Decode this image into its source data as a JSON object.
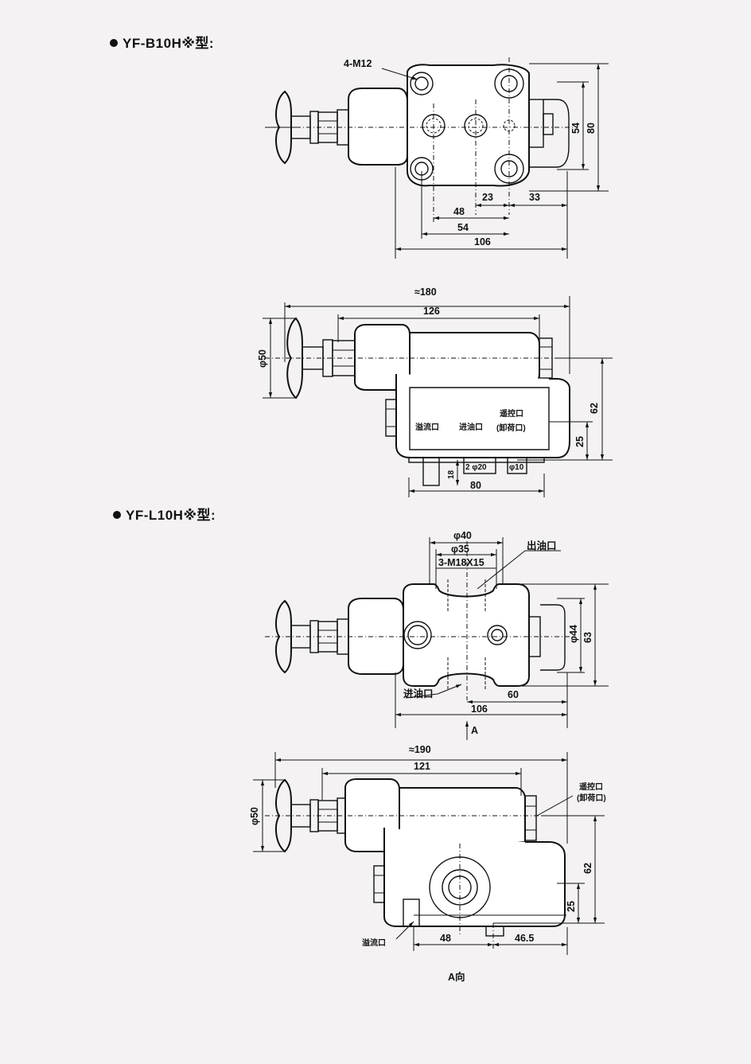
{
  "headings": {
    "b10h": "YF-B10H※型:",
    "l10h": "YF-L10H※型:"
  },
  "view_b_top": {
    "thread": "4-M12",
    "dims": {
      "d54": "54",
      "d80": "80",
      "d23": "23",
      "d33": "33",
      "d48": "48",
      "d54h": "54",
      "d106": "106"
    }
  },
  "view_b_side": {
    "dims": {
      "d180": "≈180",
      "d126": "126",
      "d50": "φ50",
      "d62": "62",
      "d25": "25",
      "d18": "18",
      "d80": "80"
    },
    "ports": {
      "overflow": "溢流口",
      "inlet": "进油口",
      "remote": "遥控口",
      "unload": "(卸荷口)",
      "inlet_size": "2 φ20",
      "remote_size": "φ10"
    }
  },
  "view_l_top": {
    "dims": {
      "d40": "φ40",
      "d35": "φ35",
      "thread": "3-M18X15",
      "d44": "φ44",
      "d63": "63",
      "d60": "60",
      "d106": "106"
    },
    "ports": {
      "outlet": "出油口",
      "inlet": "进油口"
    },
    "arrow_label": "A"
  },
  "view_l_side": {
    "dims": {
      "d190": "≈190",
      "d121": "121",
      "d50": "φ50",
      "d62": "62",
      "d25": "25",
      "d48": "48",
      "d465": "46.5"
    },
    "ports": {
      "remote": "遥控口",
      "unload": "(卸荷口)",
      "overflow": "溢流口"
    },
    "view_label": "A向"
  }
}
